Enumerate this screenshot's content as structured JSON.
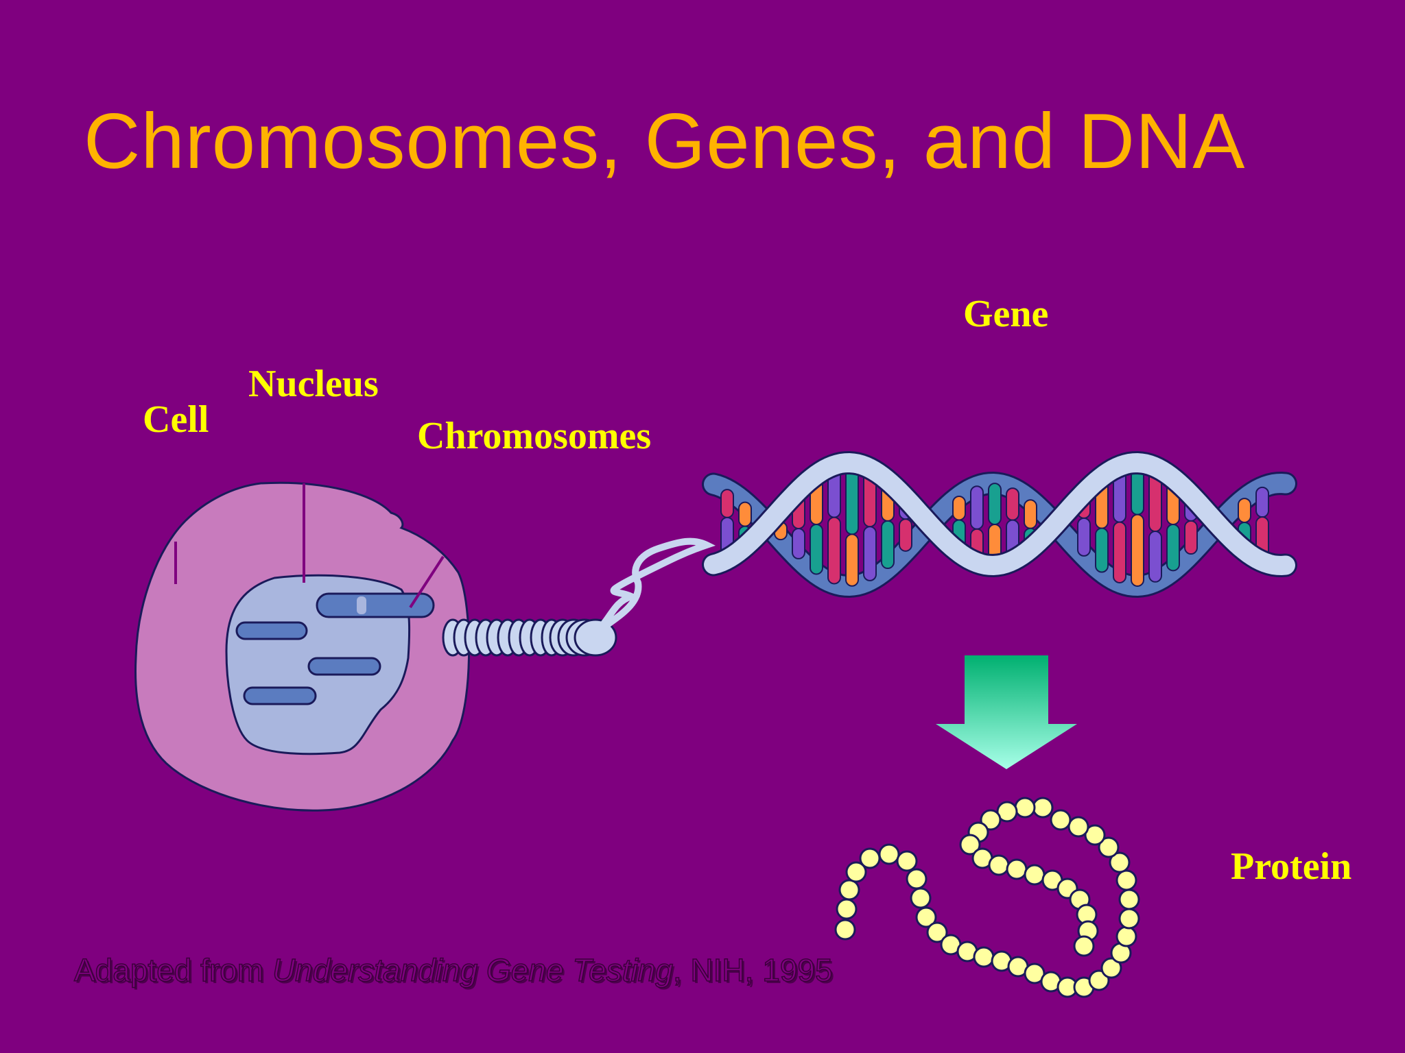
{
  "slide": {
    "title": "Chromosomes, Genes, and DNA",
    "labels": {
      "cell": "Cell",
      "nucleus": "Nucleus",
      "chromosomes": "Chromosomes",
      "gene": "Gene",
      "protein": "Protein"
    },
    "credit": {
      "prefix": "Adapted from ",
      "book": "Understanding Gene Testing",
      "suffix": ", NIH, 1995"
    }
  },
  "colors": {
    "background": "#7f007f",
    "title": "#ffb300",
    "label": "#ffff00",
    "cell_fill": "#c87bbd",
    "nucleus_fill": "#a9b6de",
    "chromosome_fill": "#5b7cc0",
    "backbone_front": "#c9d6f0",
    "backbone_back": "#5b7cc0",
    "outline": "#1a1a5a",
    "pointer_line": "#7f007f",
    "arrow_top": "#00b070",
    "arrow_bottom": "#a8ffe8",
    "bead_fill": "#ffffa0",
    "base_colors": [
      "#d6306e",
      "#ff8c3a",
      "#7b4fd0",
      "#18a090"
    ]
  }
}
